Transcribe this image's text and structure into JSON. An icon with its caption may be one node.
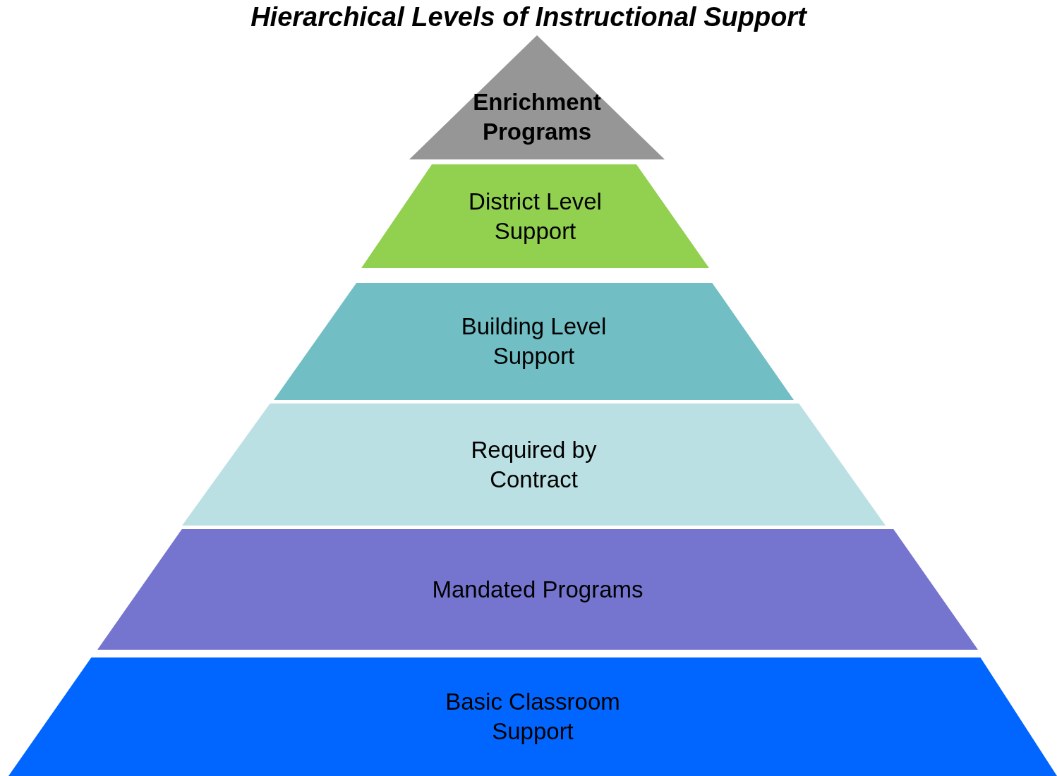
{
  "diagram": {
    "title": "Hierarchical Levels of Instructional Support",
    "nodes": [
      {
        "text": [
          "Enrichment Programs"
        ]
      },
      {
        "text": [
          "District Level Support"
        ]
      },
      {
        "text": [
          "Building Level Support"
        ]
      },
      {
        "text": [
          "Required by Contract"
        ]
      },
      {
        "text": [
          "Mandated Programs"
        ]
      },
      {
        "text": [
          "Basic Classroom Support"
        ]
      }
    ]
  }
}
